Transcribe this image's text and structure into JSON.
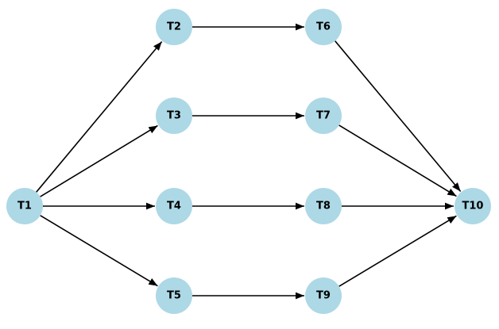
{
  "colors": {
    "node_fill": "#add8e6",
    "edge": "#000000",
    "label": "#000000",
    "background": "#ffffff"
  },
  "nodes": [
    {
      "id": "T1",
      "label": "T1"
    },
    {
      "id": "T2",
      "label": "T2"
    },
    {
      "id": "T3",
      "label": "T3"
    },
    {
      "id": "T4",
      "label": "T4"
    },
    {
      "id": "T5",
      "label": "T5"
    },
    {
      "id": "T6",
      "label": "T6"
    },
    {
      "id": "T7",
      "label": "T7"
    },
    {
      "id": "T8",
      "label": "T8"
    },
    {
      "id": "T9",
      "label": "T9"
    },
    {
      "id": "T10",
      "label": "T10"
    }
  ],
  "edges": [
    {
      "from": "T1",
      "to": "T2"
    },
    {
      "from": "T1",
      "to": "T3"
    },
    {
      "from": "T1",
      "to": "T4"
    },
    {
      "from": "T1",
      "to": "T5"
    },
    {
      "from": "T2",
      "to": "T6"
    },
    {
      "from": "T3",
      "to": "T7"
    },
    {
      "from": "T4",
      "to": "T8"
    },
    {
      "from": "T5",
      "to": "T9"
    },
    {
      "from": "T6",
      "to": "T10"
    },
    {
      "from": "T7",
      "to": "T10"
    },
    {
      "from": "T8",
      "to": "T10"
    },
    {
      "from": "T9",
      "to": "T10"
    }
  ]
}
